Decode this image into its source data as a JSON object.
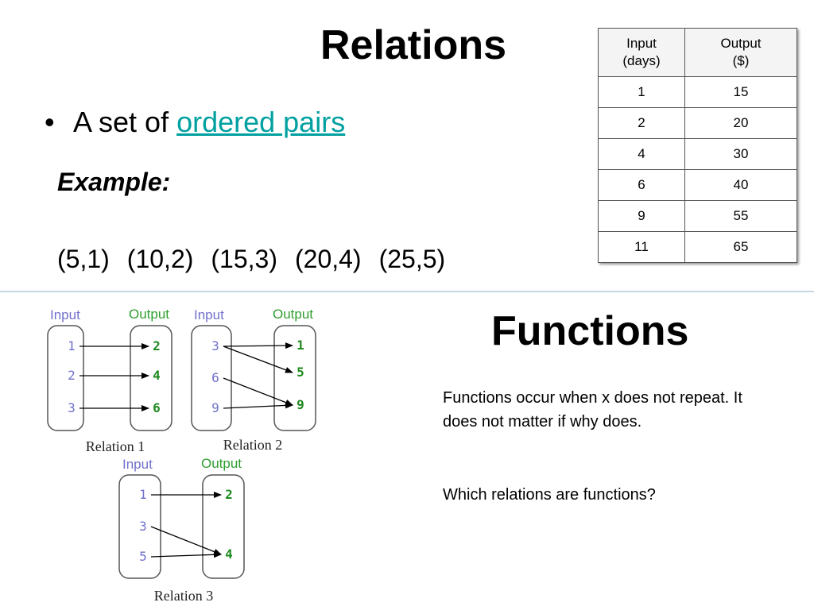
{
  "slide": {
    "title": "Relations",
    "bullet_prefix": "A set of ",
    "bullet_link": "ordered pairs",
    "example_label": "Example:",
    "pairs": [
      "(5,1)",
      "(10,2)",
      "(15,3)",
      "(20,4)",
      "(25,5)"
    ]
  },
  "table": {
    "headers": [
      [
        "Input",
        "(days)"
      ],
      [
        "Output",
        "($)"
      ]
    ],
    "rows": [
      [
        "1",
        "15"
      ],
      [
        "2",
        "20"
      ],
      [
        "4",
        "30"
      ],
      [
        "6",
        "40"
      ],
      [
        "9",
        "55"
      ],
      [
        "11",
        "65"
      ]
    ]
  },
  "functions": {
    "heading": "Functions",
    "description": "Functions occur when x does not repeat.  It does not matter if why does.",
    "question": "Which relations are functions?"
  },
  "diagrams": {
    "input_label": "Input",
    "output_label": "Output",
    "relations": [
      {
        "caption": "Relation 1",
        "inputs": [
          "1",
          "2",
          "3"
        ],
        "outputs": [
          "2",
          "4",
          "6"
        ],
        "arrows": [
          [
            0,
            0
          ],
          [
            1,
            1
          ],
          [
            2,
            2
          ]
        ]
      },
      {
        "caption": "Relation 2",
        "inputs": [
          "3",
          "6",
          "9"
        ],
        "outputs": [
          "1",
          "5",
          "9"
        ],
        "arrows": [
          [
            0,
            0
          ],
          [
            0,
            1
          ],
          [
            1,
            2
          ],
          [
            2,
            2
          ]
        ]
      },
      {
        "caption": "Relation 3",
        "inputs": [
          "1",
          "3",
          "5"
        ],
        "outputs": [
          "2",
          "4"
        ],
        "arrows": [
          [
            0,
            0
          ],
          [
            1,
            1
          ],
          [
            2,
            1
          ]
        ]
      }
    ]
  }
}
